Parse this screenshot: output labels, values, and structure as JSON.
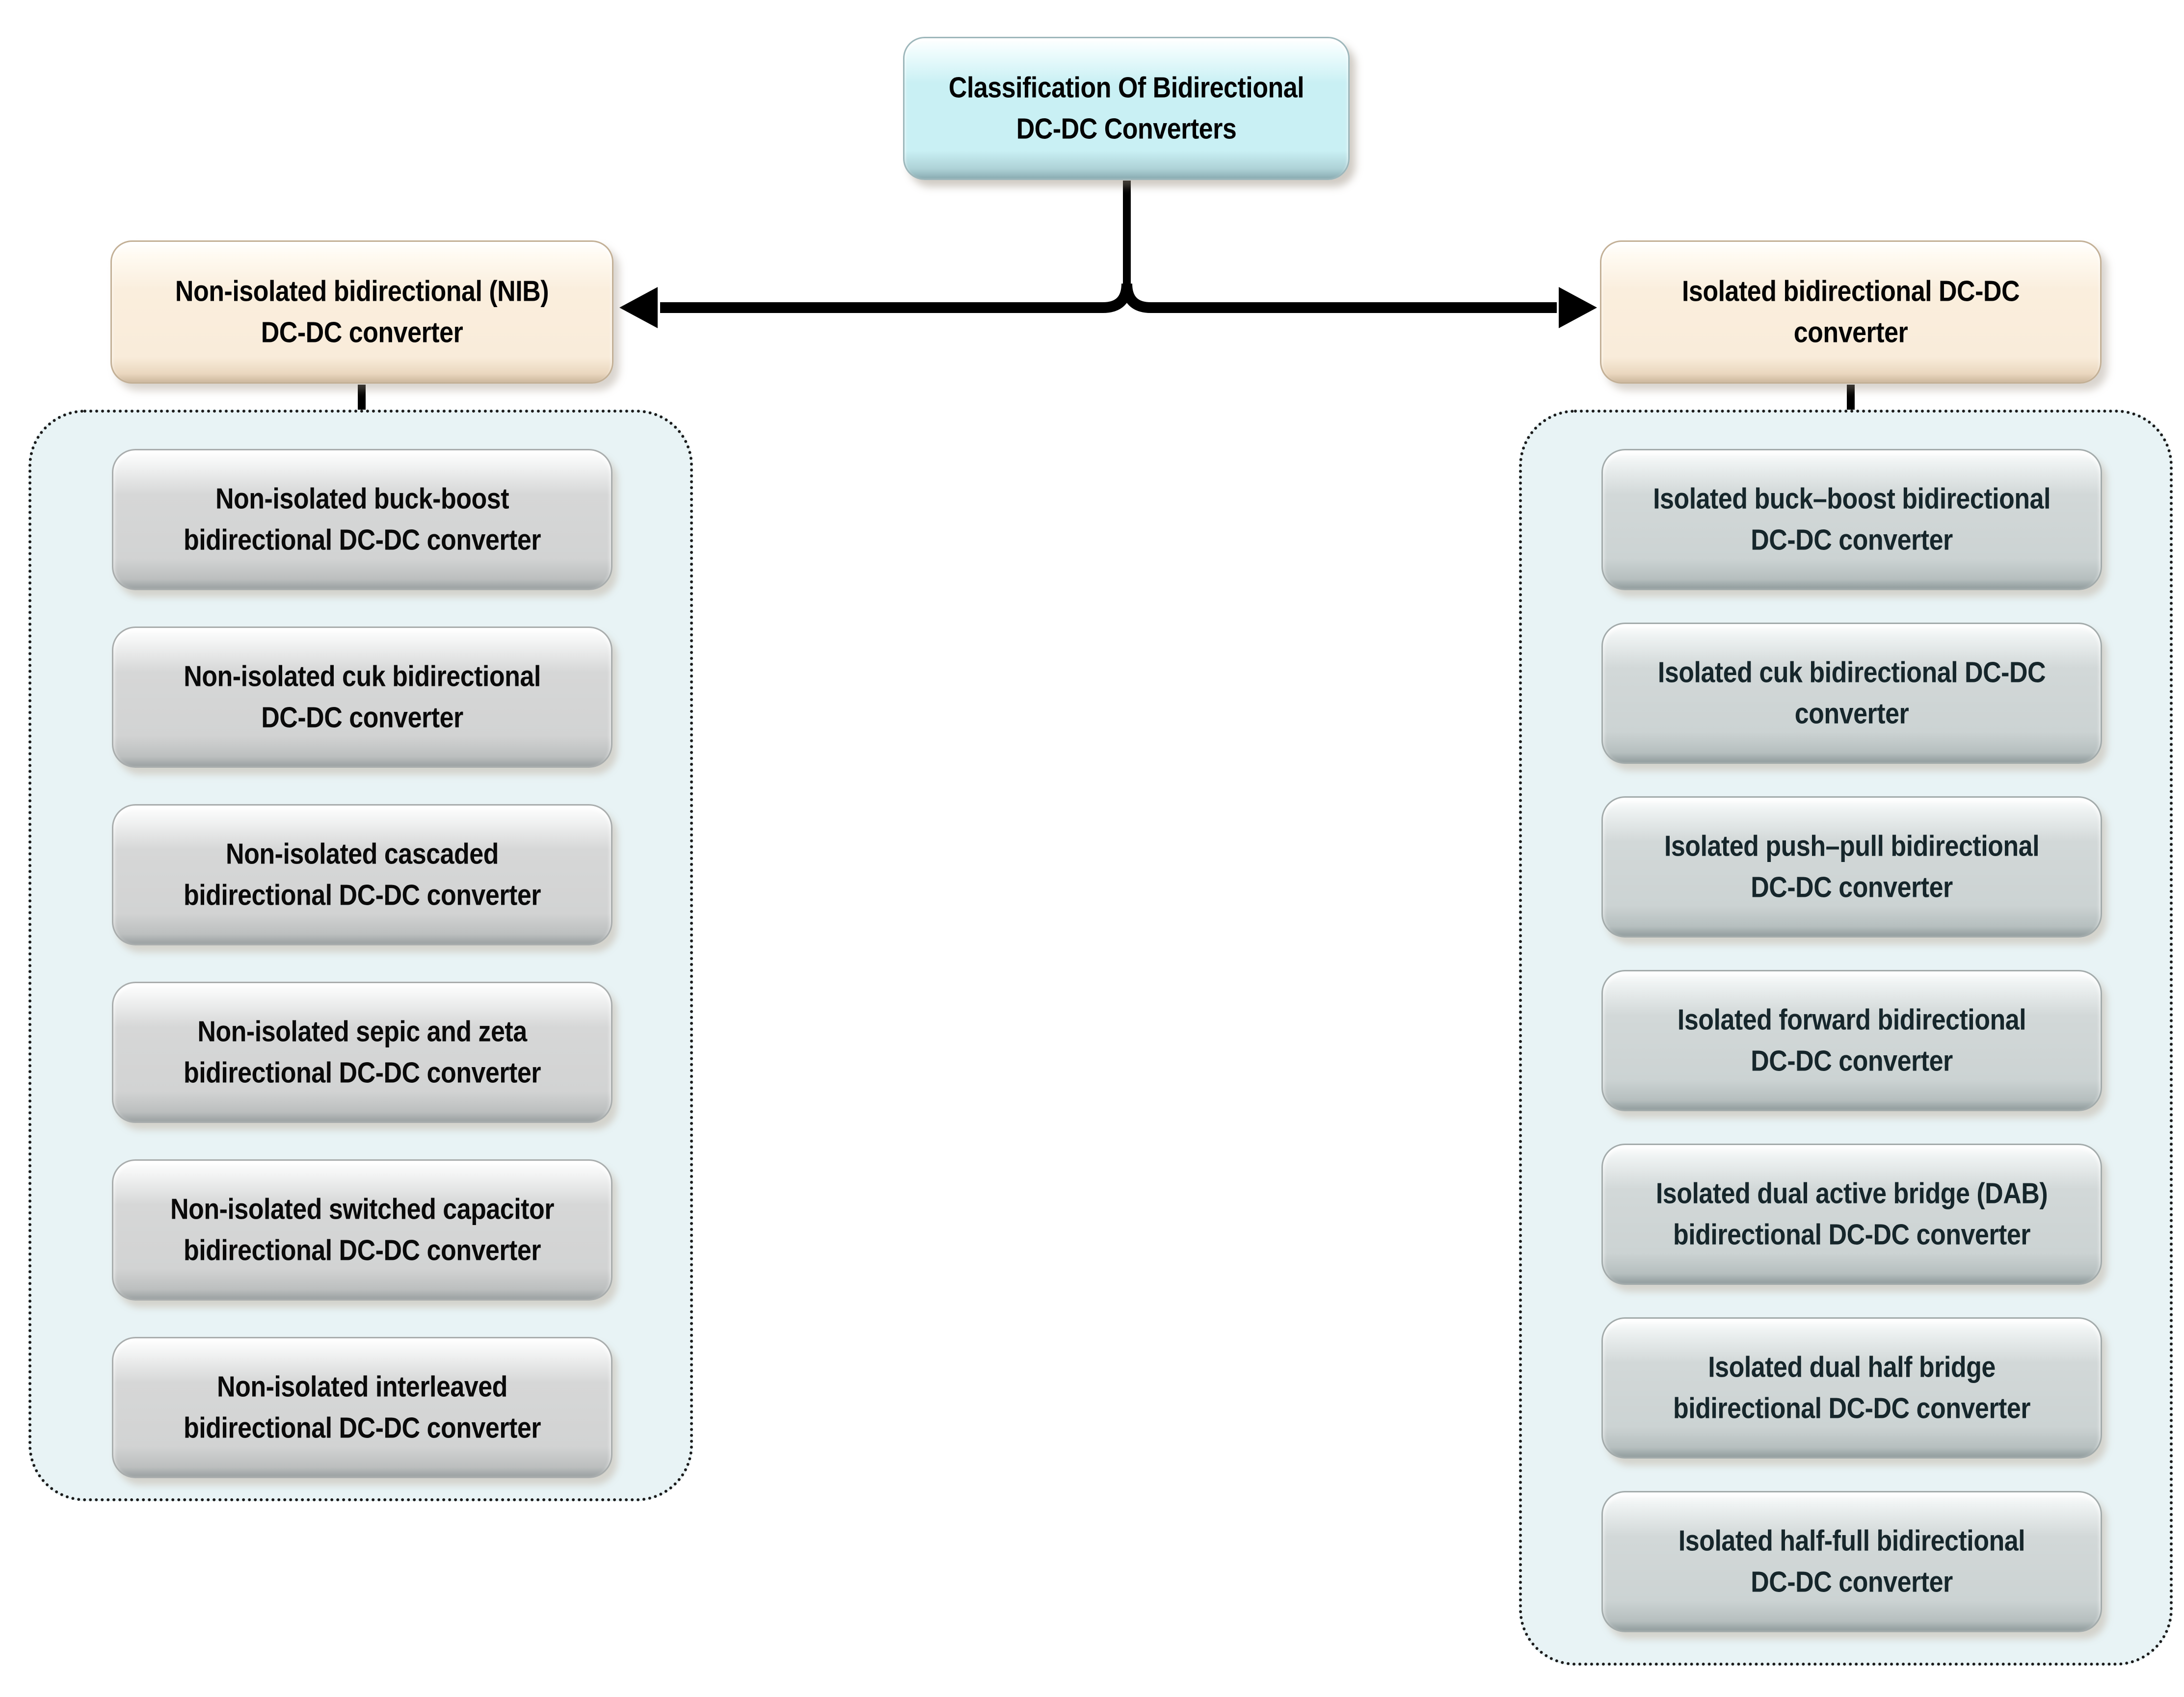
{
  "diagram": {
    "title": {
      "line1": "Classification Of Bidirectional",
      "line2": "DC-DC Converters"
    },
    "left_branch": {
      "line1": "Non-isolated bidirectional (NIB)",
      "line2": "DC-DC converter"
    },
    "right_branch": {
      "line1": "Isolated bidirectional DC-DC",
      "line2": "converter"
    },
    "left_children": [
      {
        "line1": "Non-isolated buck-boost",
        "line2": "bidirectional DC-DC converter"
      },
      {
        "line1": "Non-isolated cuk bidirectional",
        "line2": "DC-DC converter"
      },
      {
        "line1": "Non-isolated cascaded",
        "line2": "bidirectional DC-DC converter"
      },
      {
        "line1": "Non-isolated sepic and zeta",
        "line2": "bidirectional DC-DC converter"
      },
      {
        "line1": "Non-isolated switched capacitor",
        "line2": "bidirectional DC-DC converter"
      },
      {
        "line1": "Non-isolated interleaved",
        "line2": "bidirectional DC-DC converter"
      }
    ],
    "right_children": [
      {
        "line1": "Isolated buck–boost bidirectional",
        "line2": "DC-DC converter"
      },
      {
        "line1": "Isolated cuk bidirectional DC-DC",
        "line2": "converter"
      },
      {
        "line1": "Isolated push–pull bidirectional",
        "line2": "DC-DC converter"
      },
      {
        "line1": "Isolated forward bidirectional",
        "line2": "DC-DC converter"
      },
      {
        "line1": "Isolated dual active bridge (DAB)",
        "line2": "bidirectional DC-DC converter"
      },
      {
        "line1": "Isolated dual half bridge",
        "line2": "bidirectional DC-DC converter"
      },
      {
        "line1": "Isolated half-full bidirectional",
        "line2": "DC-DC converter"
      }
    ],
    "colors": {
      "title_fill": "#c9f0f4",
      "branch_fill": "#faeedd",
      "child_fill_left": "#d2d3d3",
      "child_fill_right": "#ccd3d3",
      "group_fill": "#e8f3f5",
      "group_border": "#1b1b1b",
      "connector": "#000000"
    }
  }
}
